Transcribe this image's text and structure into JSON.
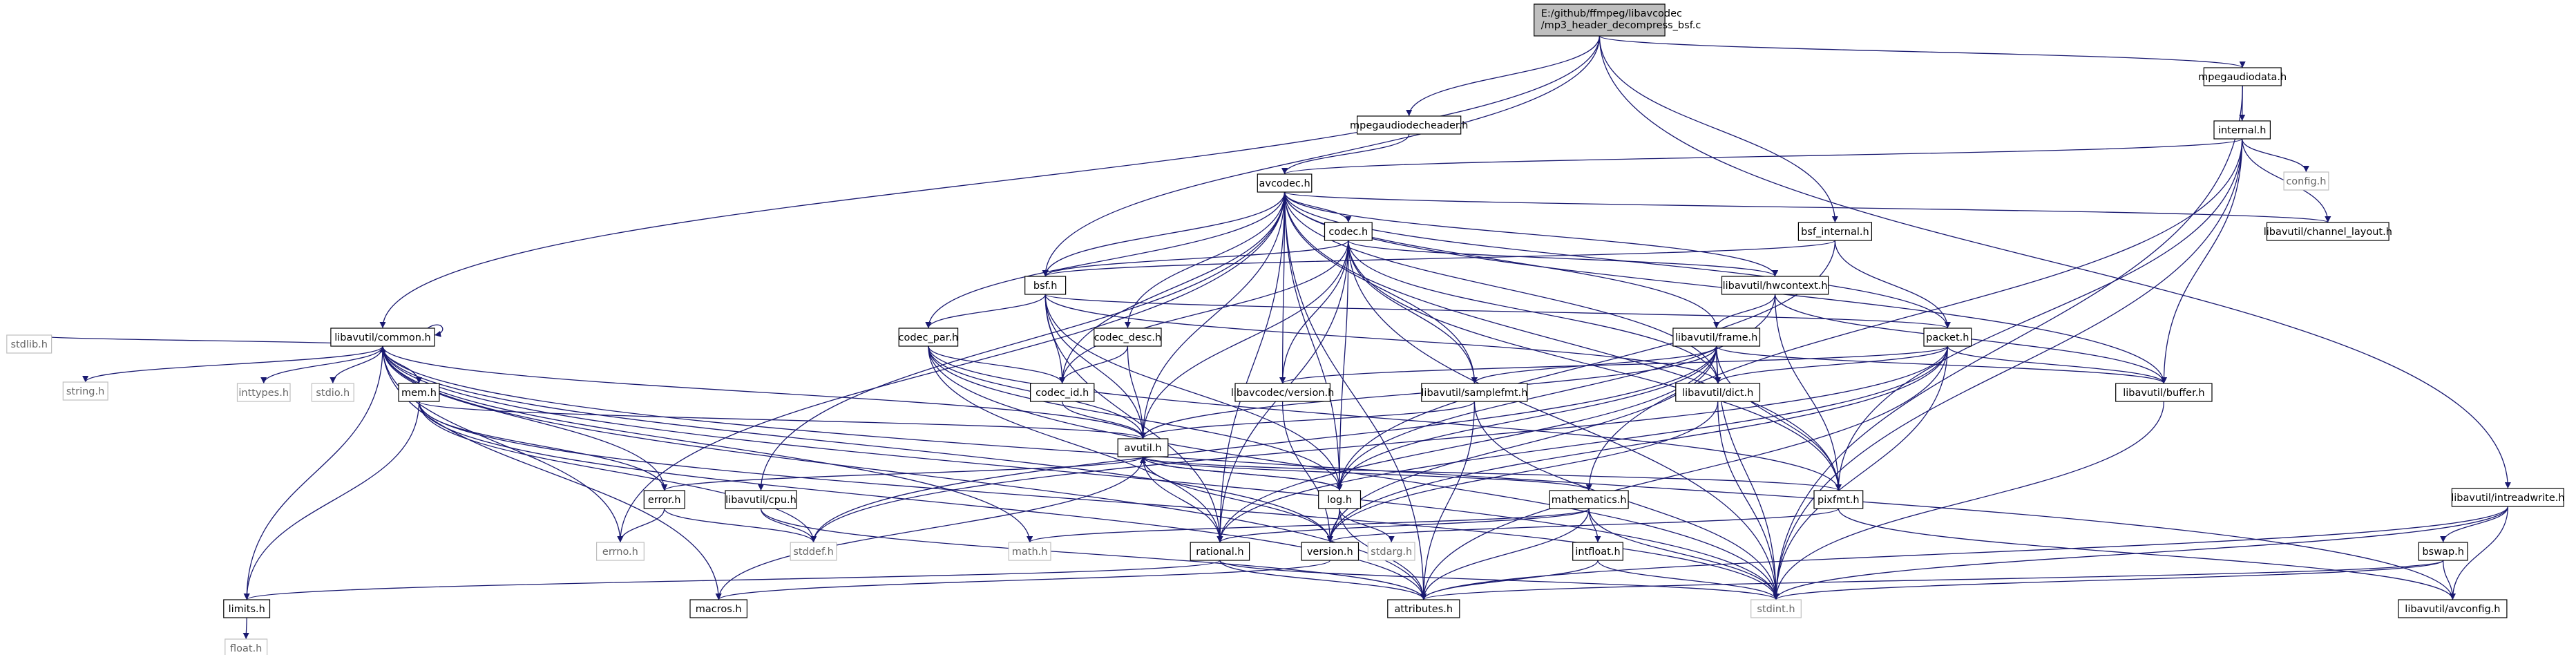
{
  "title_lines": [
    "E:/github/ffmpeg/libavcodec",
    "/mp3_header_decompress_bsf.c"
  ],
  "colors": {
    "edge": "#191970",
    "root_fill": "#bfbfbf",
    "node_fill": "#ffffff",
    "border": "#000000",
    "external_border": "#bfbfbf",
    "external_text": "#666666"
  },
  "nodes": [
    {
      "id": "root",
      "label": ""
    },
    {
      "id": "mpegaudiodecheader",
      "label": "mpegaudiodecheader.h"
    },
    {
      "id": "mpegaudiodata",
      "label": "mpegaudiodata.h"
    },
    {
      "id": "internal",
      "label": "internal.h"
    },
    {
      "id": "config",
      "label": "config.h"
    },
    {
      "id": "avcodec",
      "label": "avcodec.h"
    },
    {
      "id": "codec",
      "label": "codec.h"
    },
    {
      "id": "bsf_internal",
      "label": "bsf_internal.h"
    },
    {
      "id": "channel_layout",
      "label": "libavutil/channel_layout.h"
    },
    {
      "id": "bsf",
      "label": "bsf.h"
    },
    {
      "id": "hwcontext",
      "label": "libavutil/hwcontext.h"
    },
    {
      "id": "common",
      "label": "libavutil/common.h"
    },
    {
      "id": "frame",
      "label": "libavutil/frame.h"
    },
    {
      "id": "packet",
      "label": "packet.h"
    },
    {
      "id": "codec_par",
      "label": "codec_par.h"
    },
    {
      "id": "codec_desc",
      "label": "codec_desc.h"
    },
    {
      "id": "stdlib",
      "label": "stdlib.h"
    },
    {
      "id": "string",
      "label": "string.h"
    },
    {
      "id": "inttypes",
      "label": "inttypes.h"
    },
    {
      "id": "stdio",
      "label": "stdio.h"
    },
    {
      "id": "mem",
      "label": "mem.h"
    },
    {
      "id": "codec_id",
      "label": "codec_id.h"
    },
    {
      "id": "avcodec_version",
      "label": "libavcodec/version.h"
    },
    {
      "id": "samplefmt",
      "label": "libavutil/samplefmt.h"
    },
    {
      "id": "dict",
      "label": "libavutil/dict.h"
    },
    {
      "id": "buffer",
      "label": "libavutil/buffer.h"
    },
    {
      "id": "avutil",
      "label": "avutil.h"
    },
    {
      "id": "intreadwrite",
      "label": "libavutil/intreadwrite.h"
    },
    {
      "id": "error",
      "label": "error.h"
    },
    {
      "id": "cpu",
      "label": "libavutil/cpu.h"
    },
    {
      "id": "log",
      "label": "log.h"
    },
    {
      "id": "mathematics",
      "label": "mathematics.h"
    },
    {
      "id": "pixfmt",
      "label": "pixfmt.h"
    },
    {
      "id": "errno",
      "label": "errno.h"
    },
    {
      "id": "stddef",
      "label": "stddef.h"
    },
    {
      "id": "math",
      "label": "math.h"
    },
    {
      "id": "rational",
      "label": "rational.h"
    },
    {
      "id": "version",
      "label": "version.h"
    },
    {
      "id": "stdarg",
      "label": "stdarg.h"
    },
    {
      "id": "intfloat",
      "label": "intfloat.h"
    },
    {
      "id": "bswap",
      "label": "bswap.h"
    },
    {
      "id": "limits",
      "label": "limits.h"
    },
    {
      "id": "macros",
      "label": "macros.h"
    },
    {
      "id": "attributes",
      "label": "attributes.h"
    },
    {
      "id": "stdint",
      "label": "stdint.h"
    },
    {
      "id": "avconfig",
      "label": "libavutil/avconfig.h"
    },
    {
      "id": "float",
      "label": "float.h"
    }
  ],
  "edges": [
    [
      "root",
      "mpegaudiodecheader"
    ],
    [
      "root",
      "mpegaudiodata"
    ],
    [
      "root",
      "bsf_internal"
    ],
    [
      "root",
      "bsf"
    ],
    [
      "root",
      "common"
    ],
    [
      "root",
      "intreadwrite"
    ],
    [
      "mpegaudiodecheader",
      "avcodec"
    ],
    [
      "mpegaudiodata",
      "internal"
    ],
    [
      "mpegaudiodata",
      "stdint"
    ],
    [
      "internal",
      "avcodec"
    ],
    [
      "internal",
      "config"
    ],
    [
      "internal",
      "channel_layout"
    ],
    [
      "internal",
      "buffer"
    ],
    [
      "internal",
      "pixfmt"
    ],
    [
      "internal",
      "mathematics"
    ],
    [
      "internal",
      "stdint"
    ],
    [
      "avcodec",
      "codec"
    ],
    [
      "avcodec",
      "bsf"
    ],
    [
      "avcodec",
      "codec_desc"
    ],
    [
      "avcodec",
      "codec_par"
    ],
    [
      "avcodec",
      "codec_id"
    ],
    [
      "avcodec",
      "avcodec_version"
    ],
    [
      "avcodec",
      "samplefmt"
    ],
    [
      "avcodec",
      "frame"
    ],
    [
      "avcodec",
      "hwcontext"
    ],
    [
      "avcodec",
      "packet"
    ],
    [
      "avcodec",
      "dict"
    ],
    [
      "avcodec",
      "buffer"
    ],
    [
      "avcodec",
      "channel_layout"
    ],
    [
      "avcodec",
      "avutil"
    ],
    [
      "avcodec",
      "cpu"
    ],
    [
      "avcodec",
      "log"
    ],
    [
      "avcodec",
      "pixfmt"
    ],
    [
      "avcodec",
      "rational"
    ],
    [
      "avcodec",
      "attributes"
    ],
    [
      "avcodec",
      "errno"
    ],
    [
      "codec",
      "bsf"
    ],
    [
      "codec",
      "hwcontext"
    ],
    [
      "codec",
      "codec_id"
    ],
    [
      "codec",
      "avcodec_version"
    ],
    [
      "codec",
      "samplefmt"
    ],
    [
      "codec",
      "dict"
    ],
    [
      "codec",
      "avutil"
    ],
    [
      "codec",
      "log"
    ],
    [
      "codec",
      "pixfmt"
    ],
    [
      "codec",
      "rational"
    ],
    [
      "codec",
      "stdint"
    ],
    [
      "bsf_internal",
      "bsf"
    ],
    [
      "bsf_internal",
      "packet"
    ],
    [
      "bsf_internal",
      "log"
    ],
    [
      "bsf",
      "codec_par"
    ],
    [
      "bsf",
      "codec_id"
    ],
    [
      "bsf",
      "packet"
    ],
    [
      "bsf",
      "dict"
    ],
    [
      "bsf",
      "log"
    ],
    [
      "bsf",
      "rational"
    ],
    [
      "bsf",
      "avutil"
    ],
    [
      "hwcontext",
      "frame"
    ],
    [
      "hwcontext",
      "buffer"
    ],
    [
      "hwcontext",
      "pixfmt"
    ],
    [
      "hwcontext",
      "log"
    ],
    [
      "common",
      "common"
    ],
    [
      "common",
      "stdlib"
    ],
    [
      "common",
      "string"
    ],
    [
      "common",
      "inttypes"
    ],
    [
      "common",
      "stdio"
    ],
    [
      "common",
      "mem"
    ],
    [
      "common",
      "errno"
    ],
    [
      "common",
      "limits"
    ],
    [
      "common",
      "math"
    ],
    [
      "common",
      "macros"
    ],
    [
      "common",
      "attributes"
    ],
    [
      "common",
      "version"
    ],
    [
      "common",
      "stdint"
    ],
    [
      "common",
      "avconfig"
    ],
    [
      "common",
      "error"
    ],
    [
      "frame",
      "avutil"
    ],
    [
      "frame",
      "dict"
    ],
    [
      "frame",
      "buffer"
    ],
    [
      "frame",
      "samplefmt"
    ],
    [
      "frame",
      "pixfmt"
    ],
    [
      "frame",
      "rational"
    ],
    [
      "frame",
      "log"
    ],
    [
      "frame",
      "version"
    ],
    [
      "frame",
      "stddef"
    ],
    [
      "frame",
      "stdint"
    ],
    [
      "packet",
      "avcodec_version"
    ],
    [
      "packet",
      "dict"
    ],
    [
      "packet",
      "buffer"
    ],
    [
      "packet",
      "attributes"
    ],
    [
      "packet",
      "rational"
    ],
    [
      "packet",
      "stddef"
    ],
    [
      "packet",
      "stdint"
    ],
    [
      "packet",
      "version"
    ],
    [
      "codec_par",
      "codec_id"
    ],
    [
      "codec_par",
      "avutil"
    ],
    [
      "codec_par",
      "rational"
    ],
    [
      "codec_par",
      "pixfmt"
    ],
    [
      "codec_par",
      "log"
    ],
    [
      "codec_par",
      "stdint"
    ],
    [
      "codec_desc",
      "codec_id"
    ],
    [
      "codec_desc",
      "avutil"
    ],
    [
      "mem",
      "error"
    ],
    [
      "mem",
      "limits"
    ],
    [
      "mem",
      "attributes"
    ],
    [
      "mem",
      "avutil"
    ],
    [
      "mem",
      "stddef"
    ],
    [
      "mem",
      "stdint"
    ],
    [
      "codec_id",
      "avutil"
    ],
    [
      "avcodec_version",
      "version"
    ],
    [
      "samplefmt",
      "avutil"
    ],
    [
      "samplefmt",
      "attributes"
    ],
    [
      "samplefmt",
      "stdint"
    ],
    [
      "dict",
      "version"
    ],
    [
      "dict",
      "stdint"
    ],
    [
      "buffer",
      "stdint"
    ],
    [
      "avutil",
      "error"
    ],
    [
      "avutil",
      "log"
    ],
    [
      "avutil",
      "mathematics"
    ],
    [
      "avutil",
      "rational"
    ],
    [
      "avutil",
      "pixfmt"
    ],
    [
      "avutil",
      "version"
    ],
    [
      "avutil",
      "macros"
    ],
    [
      "avutil",
      "common"
    ],
    [
      "intreadwrite",
      "bswap"
    ],
    [
      "intreadwrite",
      "avconfig"
    ],
    [
      "intreadwrite",
      "attributes"
    ],
    [
      "intreadwrite",
      "stdint"
    ],
    [
      "error",
      "errno"
    ],
    [
      "error",
      "stddef"
    ],
    [
      "cpu",
      "stddef"
    ],
    [
      "cpu",
      "attributes"
    ],
    [
      "log",
      "avutil"
    ],
    [
      "log",
      "attributes"
    ],
    [
      "log",
      "stdarg"
    ],
    [
      "log",
      "version"
    ],
    [
      "mathematics",
      "intfloat"
    ],
    [
      "mathematics",
      "math"
    ],
    [
      "mathematics",
      "rational"
    ],
    [
      "mathematics",
      "attributes"
    ],
    [
      "mathematics",
      "stdint"
    ],
    [
      "pixfmt",
      "version"
    ],
    [
      "pixfmt",
      "avconfig"
    ],
    [
      "rational",
      "limits"
    ],
    [
      "rational",
      "attributes"
    ],
    [
      "rational",
      "stdint"
    ],
    [
      "version",
      "macros"
    ],
    [
      "intfloat",
      "attributes"
    ],
    [
      "intfloat",
      "stdint"
    ],
    [
      "bswap",
      "attributes"
    ],
    [
      "bswap",
      "avconfig"
    ],
    [
      "bswap",
      "stdint"
    ],
    [
      "limits",
      "float"
    ]
  ]
}
